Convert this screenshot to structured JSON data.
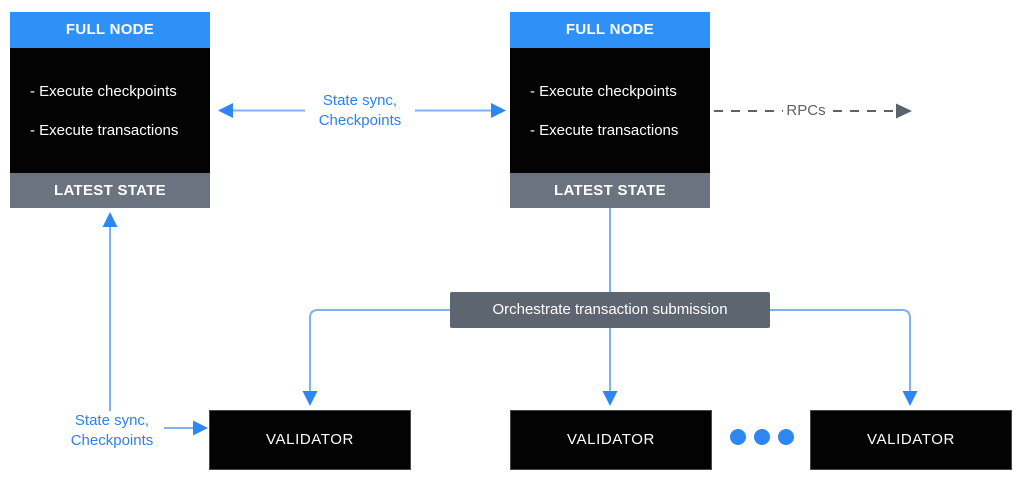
{
  "colors": {
    "header_blue": "#2F90F7",
    "accent_blue": "#2E86F3",
    "line_blue": "#7FB0F2",
    "label_blue": "#3080EC",
    "footer_gray": "#6B7280",
    "orchestrate_gray": "#5D6570",
    "rpc_gray": "#5A6270",
    "node_black": "#030303"
  },
  "full_nodes": [
    {
      "title": "FULL NODE",
      "items": [
        "- Execute checkpoints",
        "- Execute transactions"
      ],
      "footer": "LATEST STATE"
    },
    {
      "title": "FULL NODE",
      "items": [
        "- Execute checkpoints",
        "- Execute transactions"
      ],
      "footer": "LATEST STATE"
    }
  ],
  "validators": [
    {
      "label": "VALIDATOR"
    },
    {
      "label": "VALIDATOR"
    },
    {
      "label": "VALIDATOR"
    }
  ],
  "labels": {
    "sync_top": {
      "line1": "State sync,",
      "line2": "Checkpoints"
    },
    "sync_bottom": {
      "line1": "State sync,",
      "line2": "Checkpoints"
    },
    "rpcs": "RPCs",
    "orchestrate": "Orchestrate transaction submission"
  }
}
